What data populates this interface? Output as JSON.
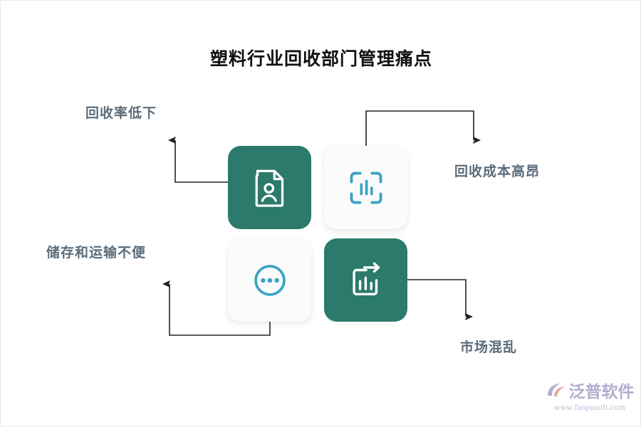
{
  "page": {
    "title": "塑料行业回收部门管理痛点",
    "background_color": "#ffffff",
    "border_color": "#e8e8e8"
  },
  "theme": {
    "teal": "#2B7A6B",
    "cyan": "#3BA3C7",
    "label_text": "#5b6b7a",
    "title_text": "#111111",
    "connector_line": "#222222",
    "tile_light": "#fbfbfb",
    "watermark": "#b0aed0"
  },
  "tiles": [
    {
      "id": "tile-top-left",
      "icon": "document-person-icon",
      "style": "teal",
      "icon_color": "#ffffff",
      "linked_label": "回收率低下"
    },
    {
      "id": "tile-top-right",
      "icon": "scan-bar-chart-icon",
      "style": "light",
      "icon_color": "#3BA3C7",
      "linked_label": "回收成本高昂"
    },
    {
      "id": "tile-bottom-left",
      "icon": "circle-ellipsis-icon",
      "style": "light",
      "icon_color": "#3BA3C7",
      "linked_label": "储存和运输不便"
    },
    {
      "id": "tile-bottom-right",
      "icon": "bar-chart-arrow-icon",
      "style": "teal",
      "icon_color": "#ffffff",
      "linked_label": "市场混乱"
    }
  ],
  "labels": {
    "recovery_rate": "回收率低下",
    "recovery_cost": "回收成本高昂",
    "storage_transport": "储存和运输不便",
    "market_chaos": "市场混乱"
  },
  "watermark": {
    "brand": "泛普软件",
    "url": "www.fanpusoft.com",
    "logo_icon": "fanpu-swoosh-logo"
  }
}
